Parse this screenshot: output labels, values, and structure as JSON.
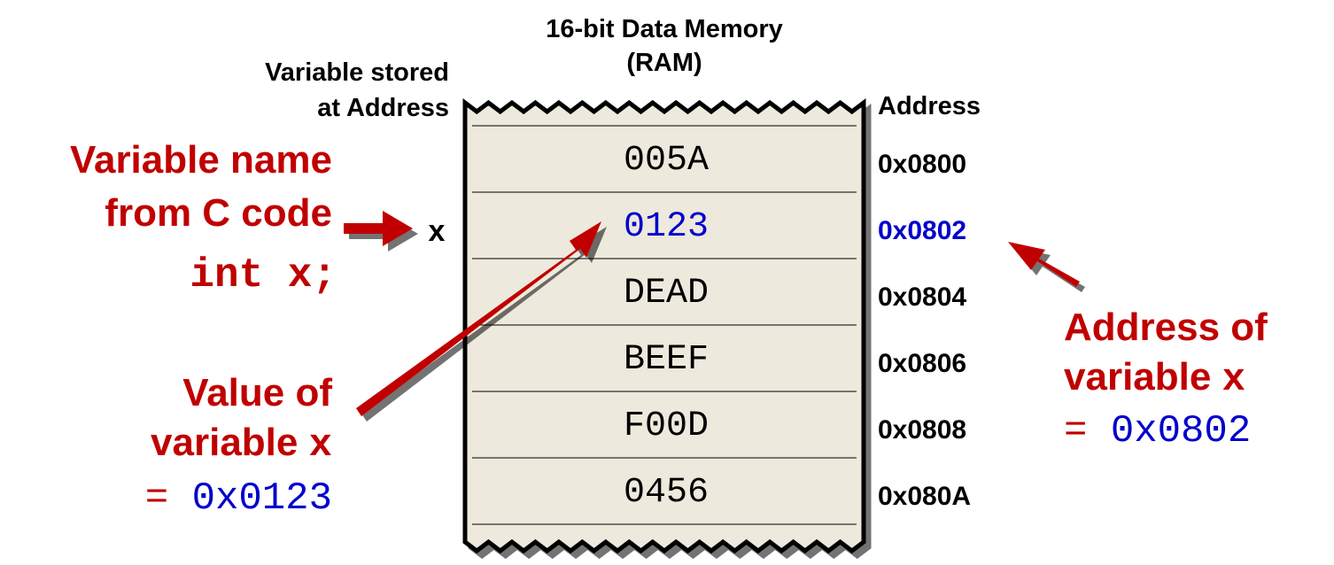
{
  "colors": {
    "red": "#c00000",
    "blue": "#0000cc",
    "black": "#000000",
    "memory_fill": "#ede9dc",
    "memory_border": "#000000"
  },
  "memory": {
    "title_line1": "16-bit Data Memory",
    "title_line2": "(RAM)",
    "stored_label_line1": "Variable stored",
    "stored_label_line2": "at Address",
    "address_header": "Address",
    "variable_marker": "x",
    "cells": [
      {
        "value": "005A",
        "address": "0x0800",
        "highlight": false
      },
      {
        "value": "0123",
        "address": "0x0802",
        "highlight": true
      },
      {
        "value": "DEAD",
        "address": "0x0804",
        "highlight": false
      },
      {
        "value": "BEEF",
        "address": "0x0806",
        "highlight": false
      },
      {
        "value": "F00D",
        "address": "0x0808",
        "highlight": false
      },
      {
        "value": "0456",
        "address": "0x080A",
        "highlight": false
      }
    ]
  },
  "callouts": {
    "name": {
      "line1": "Variable name",
      "line2": "from C code",
      "code": "int x;"
    },
    "value": {
      "line1": "Value of",
      "line2_text": "variable ",
      "line2_code": "x",
      "line3_eq": "= ",
      "line3_val": "0x0123"
    },
    "address": {
      "line1": "Address of",
      "line2_text": "variable ",
      "line2_code": "x",
      "line3_eq": "= ",
      "line3_val": "0x0802"
    }
  }
}
